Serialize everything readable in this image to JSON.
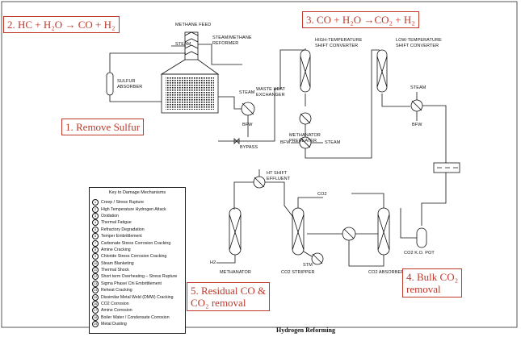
{
  "callouts": {
    "c1": "1. Remove Sulfur",
    "c2": "2. HC + H₂O → CO + H₂",
    "c3": "3. CO + H₂O →CO₂ + H₂",
    "c4_line1": "4. Bulk CO₂",
    "c4_line2": "removal",
    "c5_line1": "5. Residual CO &",
    "c5_line2": "CO₂ removal"
  },
  "labels": {
    "methane_feed": "METHANE\nFEED",
    "steam_top": "STEAM",
    "reformer": "STEAM/METHANE\nREFORMER",
    "sulfur_absorber": "SULFUR\nABSORBER",
    "steam_waste": "STEAM",
    "waste_heat": "WASTE HEAT\nEXCHANGER",
    "bfw1": "BFW",
    "bypass": "BYPASS",
    "ht_shift": "HIGH-TEMPERATURE\nSHIFT CONVERTER",
    "lt_shift": "LOW-TEMPERATURE\nSHIFT CONVERTER",
    "steam_lt": "STEAM",
    "bfw2": "BFW",
    "methanator_preheater": "METHANATOR\nPREHEATER",
    "bfw3": "BFW",
    "steam_pre": "STEAM",
    "ht_effluent": "HT SHIFT\nEFFLUENT",
    "co2_top": "CO2",
    "h2": "H2",
    "methanator": "METHANATOR",
    "stm": "STM",
    "co2_stripper": "CO2 STRIPPER",
    "co2_absorber": "CO2 ABSORBER",
    "co2_ko_pot": "CO2 K.O. POT"
  },
  "legend": {
    "title": "Key to Damage Mechanisms",
    "items": [
      {
        "num": "1",
        "text": "Creep / Stress Rupture"
      },
      {
        "num": "2",
        "text": "High Temperature Hydrogen Attack"
      },
      {
        "num": "3",
        "text": "Oxidation"
      },
      {
        "num": "4",
        "text": "Thermal Fatigue"
      },
      {
        "num": "5",
        "text": "Refractory Degradation"
      },
      {
        "num": "6",
        "text": "Temper Embrittlement"
      },
      {
        "num": "7",
        "text": "Carbonate Stress Corrosion Cracking"
      },
      {
        "num": "8",
        "text": "Amine Cracking"
      },
      {
        "num": "9",
        "text": "Chloride Stress Corrosion Cracking"
      },
      {
        "num": "10",
        "text": "Steam Blanketing"
      },
      {
        "num": "11",
        "text": "Thermal Shock"
      },
      {
        "num": "12",
        "text": "Short term Overheating – Stress Rupture"
      },
      {
        "num": "13",
        "text": "Sigma Phase/ Chi Embrittlement"
      },
      {
        "num": "14",
        "text": "Reheat Cracking"
      },
      {
        "num": "15",
        "text": "Dissimilar Metal Weld (DMW) Cracking"
      },
      {
        "num": "16",
        "text": "CO2 Corrosion"
      },
      {
        "num": "17",
        "text": "Amine Corrosion"
      },
      {
        "num": "18",
        "text": "Boiler Water / Condensate Corrosion"
      },
      {
        "num": "19",
        "text": "Metal Dusting"
      }
    ]
  },
  "footer_title": "Hydrogen Reforming"
}
